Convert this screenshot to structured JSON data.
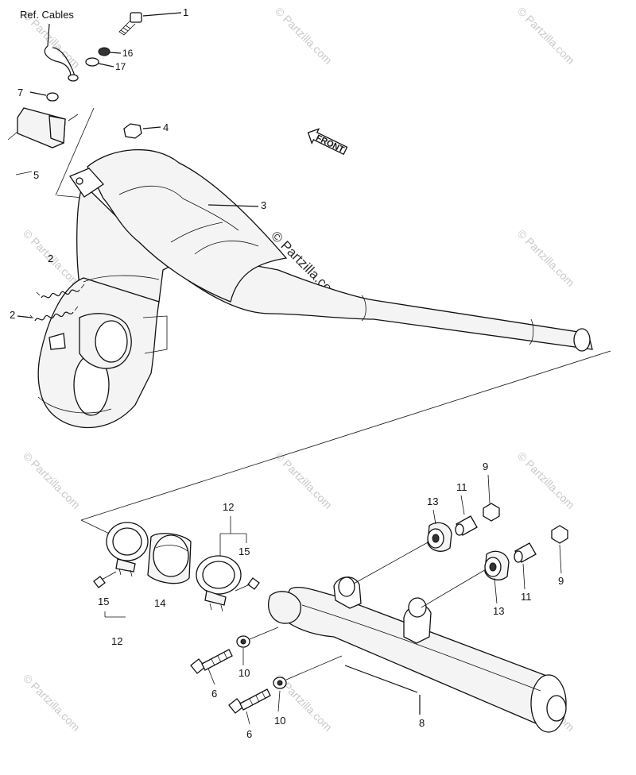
{
  "callouts": {
    "ref_cables": "Ref. Cables",
    "c1": "1",
    "c16": "16",
    "c17": "17",
    "c7": "7",
    "c4": "4",
    "c5": "5",
    "c3": "3",
    "c2a": "2",
    "c2b": "2",
    "c12a": "12",
    "c15a": "15",
    "c13a": "13",
    "c11a": "11",
    "c9a": "9",
    "c15b": "15",
    "c12b": "12",
    "c14": "14",
    "c13b": "13",
    "c11b": "11",
    "c9b": "9",
    "c6a": "6",
    "c10a": "10",
    "c6b": "6",
    "c10b": "10",
    "c8": "8"
  },
  "front_arrow": "FRONT",
  "watermark": {
    "main": "© Partzilla.com",
    "tile": "© Partzilla.com"
  }
}
